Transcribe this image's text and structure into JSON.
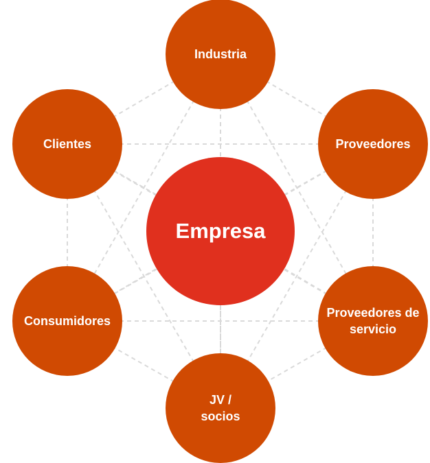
{
  "diagram": {
    "center": {
      "label": "Empresa"
    },
    "nodes": [
      {
        "id": "industria",
        "label": "Industria"
      },
      {
        "id": "proveedores",
        "label": "Proveedores"
      },
      {
        "id": "proveedores-servicio",
        "label": "Proveedores de servicio"
      },
      {
        "id": "jv-socios",
        "label": "JV / socios"
      },
      {
        "id": "consumidores",
        "label": "Consumidores"
      },
      {
        "id": "clientes",
        "label": "Clientes"
      }
    ],
    "colors": {
      "outer": "#D04A02",
      "center": "#E0301E",
      "connector": "#D9D9D9"
    }
  }
}
